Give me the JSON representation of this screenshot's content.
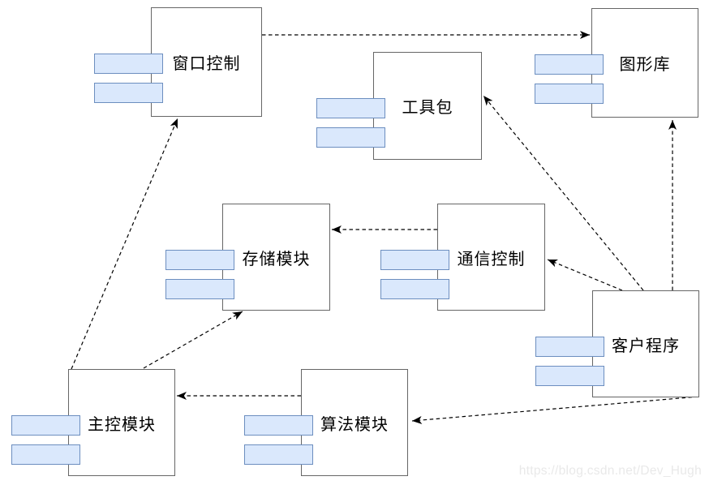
{
  "diagram": {
    "type": "uml-component-diagram",
    "components": [
      {
        "id": "window-control",
        "label": "窗口控制"
      },
      {
        "id": "toolkit",
        "label": "工具包"
      },
      {
        "id": "graphics-library",
        "label": "图形库"
      },
      {
        "id": "storage-module",
        "label": "存储模块"
      },
      {
        "id": "communication-control",
        "label": "通信控制"
      },
      {
        "id": "client-program",
        "label": "客户程序"
      },
      {
        "id": "main-control-module",
        "label": "主控模块"
      },
      {
        "id": "algorithm-module",
        "label": "算法模块"
      }
    ],
    "edges": [
      {
        "from": "窗口控制",
        "to": "图形库",
        "style": "dashed-arrow"
      },
      {
        "from": "主控模块",
        "to": "窗口控制",
        "style": "dashed-arrow"
      },
      {
        "from": "主控模块",
        "to": "存储模块",
        "style": "dashed-arrow"
      },
      {
        "from": "算法模块",
        "to": "主控模块",
        "style": "dashed-arrow"
      },
      {
        "from": "通信控制",
        "to": "存储模块",
        "style": "dashed-arrow"
      },
      {
        "from": "客户程序",
        "to": "通信控制",
        "style": "dashed-arrow"
      },
      {
        "from": "客户程序",
        "to": "工具包",
        "style": "dashed-arrow"
      },
      {
        "from": "客户程序",
        "to": "图形库",
        "style": "dashed-arrow"
      },
      {
        "from": "客户程序",
        "to": "算法模块",
        "style": "dashed-arrow"
      }
    ],
    "colors": {
      "component_fill": "#ffffff",
      "component_stroke": "#666666",
      "port_tab_fill": "#dae8fc",
      "port_tab_stroke": "#6c8ebf",
      "edge_color": "#000000"
    }
  },
  "watermark": {
    "text": "https://blog.csdn.net/Dev_Hugh"
  }
}
